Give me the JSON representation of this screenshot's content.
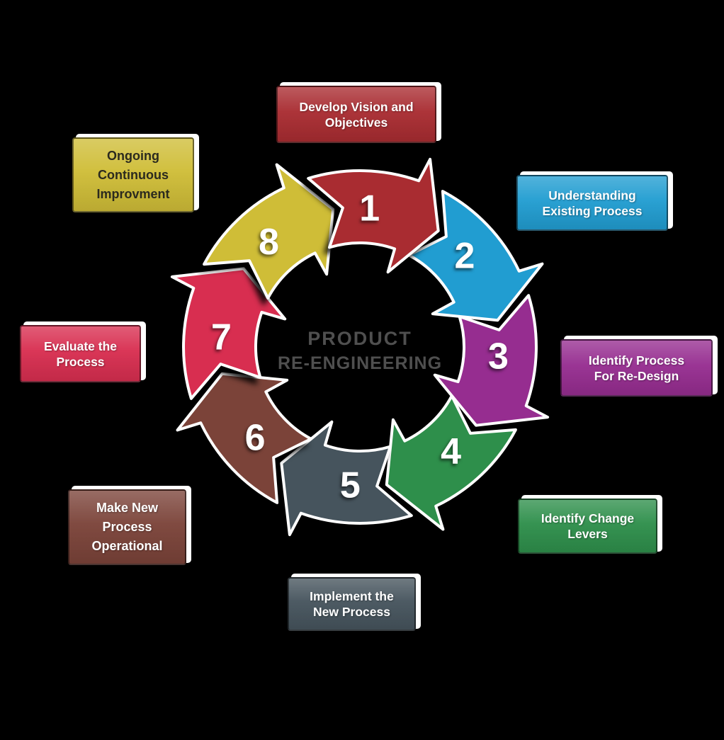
{
  "background_color": "#000000",
  "center_title": {
    "label": "PRODUCT RE-ENGINEERING",
    "line1": "PRODUCT",
    "line2": "RE-ENGINEERING",
    "text_color": "#4F4F4F"
  },
  "number_text_color": "#FFFFFF",
  "steps": [
    {
      "number": "1",
      "color": "#A92C31",
      "label": "Develop Vision and Objectives",
      "lines": [
        "Develop Vision and",
        "Objectives"
      ],
      "label_text_color": "#FFFFFF"
    },
    {
      "number": "2",
      "color": "#219DD1",
      "label": "Understanding Existing Process",
      "lines": [
        "Understanding",
        "Existing Process"
      ],
      "label_text_color": "#FFFFFF"
    },
    {
      "number": "3",
      "color": "#962D90",
      "label": "Identify Process For Re-Design",
      "lines": [
        "Identify Process",
        "For Re-Design"
      ],
      "label_text_color": "#FFFFFF"
    },
    {
      "number": "4",
      "color": "#2E8F4B",
      "label": "Identify Change Levers",
      "lines": [
        "Identify Change",
        "Levers"
      ],
      "label_text_color": "#FFFFFF"
    },
    {
      "number": "5",
      "color": "#46545D",
      "label": "Implement the New Process",
      "lines": [
        "Implement the",
        "New Process"
      ],
      "label_text_color": "#FFFFFF"
    },
    {
      "number": "6",
      "color": "#7B4339",
      "label": "Make New Process Operational",
      "lines": [
        "Make New",
        "Process",
        "Operational"
      ],
      "label_text_color": "#FFFFFF"
    },
    {
      "number": "7",
      "color": "#D82E50",
      "label": "Evaluate the Process",
      "lines": [
        "Evaluate the",
        "Process"
      ],
      "label_text_color": "#FFFFFF"
    },
    {
      "number": "8",
      "color": "#CFBD37",
      "label": "Ongoing Continuous Improvment",
      "lines": [
        "Ongoing",
        "Continuous",
        "Improvment"
      ],
      "label_text_color": "#2B2A1E"
    }
  ]
}
